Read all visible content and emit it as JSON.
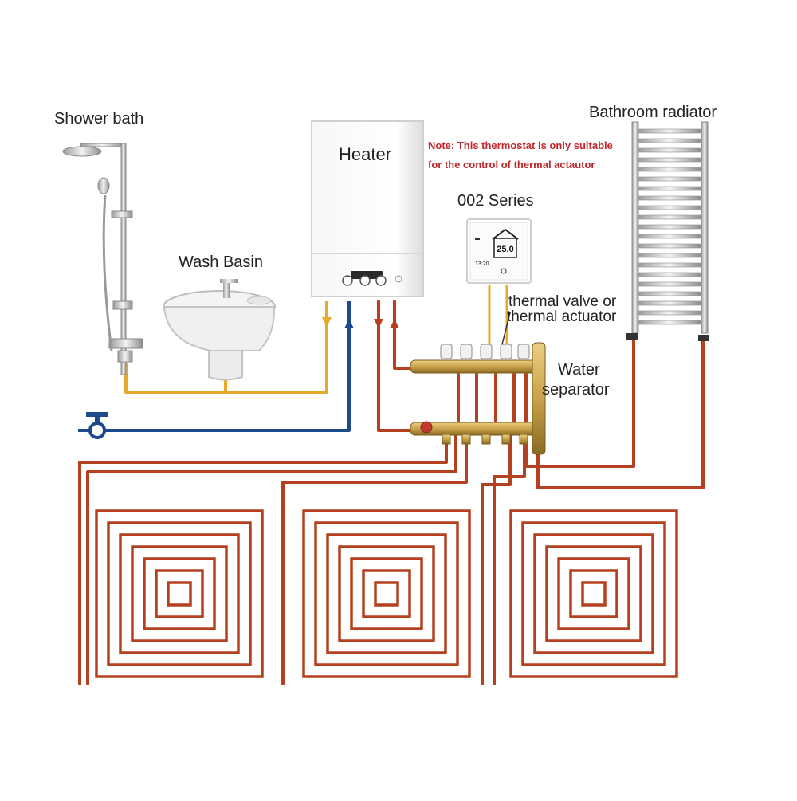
{
  "labels": {
    "shower": "Shower bath",
    "basin": "Wash Basin",
    "heater": "Heater",
    "note_line1": "Note: This thermostat is only suitable",
    "note_line2": "for the control of thermal actautor",
    "series": "002 Series",
    "valve_line1": "thermal valve or",
    "valve_line2": "thermal actuator",
    "water_line1": "Water",
    "water_line2": "separator",
    "radiator": "Bathroom radiator"
  },
  "thermostat": {
    "temperature": "25.0",
    "time": "13:20"
  },
  "colors": {
    "floor_pipe": "#b5401f",
    "hot_water_pipe": "#e7a92b",
    "cold_water_pipe": "#1d4a8c",
    "note_text": "#c0282d",
    "brass": "#c9a24a"
  },
  "icons": [
    "shower-icon",
    "wash-basin-icon",
    "heater-icon",
    "thermostat-icon",
    "manifold-icon",
    "radiator-icon",
    "faucet-icon"
  ]
}
